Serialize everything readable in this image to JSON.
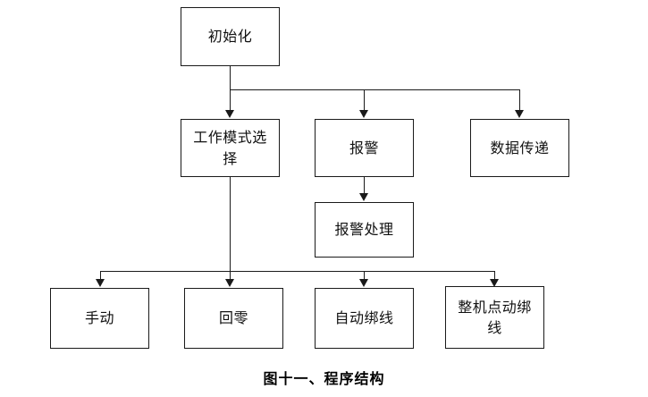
{
  "figure": {
    "caption": "图十一、程序结构",
    "background_color": "#ffffff",
    "line_color": "#1a1a1a",
    "text_color": "#111111"
  },
  "diagram": {
    "type": "flowchart",
    "orientation": "top-down",
    "nodes": {
      "init": {
        "label": "初始化",
        "level": 1
      },
      "mode_select": {
        "label": "工作模式选\n择",
        "level": 2
      },
      "alarm": {
        "label": "报警",
        "level": 2
      },
      "data_transfer": {
        "label": "数据传递",
        "level": 2
      },
      "alarm_handle": {
        "label": "报警处理",
        "level": 3
      },
      "manual": {
        "label": "手动",
        "level": 4
      },
      "return_zero": {
        "label": "回零",
        "level": 4
      },
      "auto_bind": {
        "label": "自动绑线",
        "level": 4
      },
      "machine_jog_bind": {
        "label": "整机点动绑\n线",
        "level": 4
      }
    },
    "edges": [
      {
        "from": "init",
        "to": "mode_select"
      },
      {
        "from": "init",
        "to": "alarm"
      },
      {
        "from": "init",
        "to": "data_transfer"
      },
      {
        "from": "alarm",
        "to": "alarm_handle"
      },
      {
        "from": "mode_select",
        "to": "manual"
      },
      {
        "from": "mode_select",
        "to": "return_zero"
      },
      {
        "from": "mode_select",
        "to": "auto_bind"
      },
      {
        "from": "mode_select",
        "to": "machine_jog_bind"
      }
    ]
  }
}
